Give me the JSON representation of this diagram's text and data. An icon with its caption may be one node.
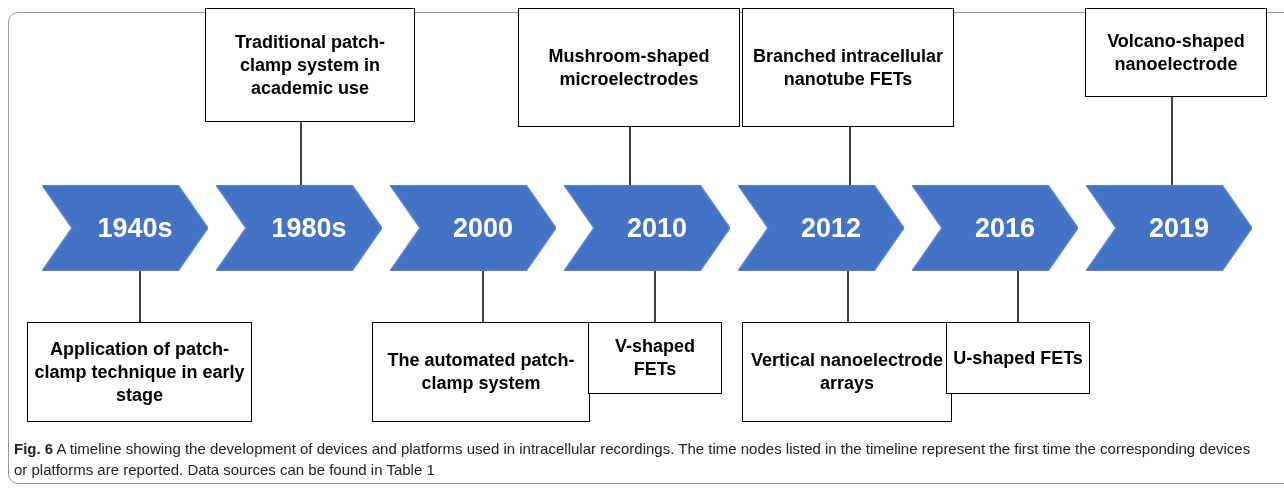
{
  "diagram": {
    "caption": "**Fig. 6** A timeline showing the development of devices and platforms used in intracellular recordings. The time nodes listed in the timeline represent the first time the corresponding devices or platforms are reported. Data sources can be found in Table 1",
    "nodes": [
      {
        "text": [
          "Traditional patch-clamp system in academic use"
        ]
      },
      {
        "text": [
          "Mushroom-shaped microelectrodes"
        ]
      },
      {
        "text": [
          "Branched intracellular nanotube FETs"
        ]
      },
      {
        "text": [
          "Volcano-shaped nanoelectrode"
        ]
      },
      {
        "text": [
          "1940s"
        ]
      },
      {
        "text": [
          "1980s"
        ]
      },
      {
        "text": [
          "2000"
        ]
      },
      {
        "text": [
          "2010"
        ]
      },
      {
        "text": [
          "2012"
        ]
      },
      {
        "text": [
          "2016"
        ]
      },
      {
        "text": [
          "2019"
        ]
      },
      {
        "text": [
          "Application of patch-clamp technique in early stage"
        ]
      },
      {
        "text": [
          "The automated patch-clamp system"
        ]
      },
      {
        "text": [
          "V-shaped FETs"
        ]
      },
      {
        "text": [
          "Vertical nanoelectrode arrays"
        ]
      },
      {
        "text": [
          "U-shaped FETs"
        ]
      }
    ],
    "edges": [
      {
        "from": 0,
        "to": 5,
        "arrow": "none"
      },
      {
        "from": 1,
        "to": 7,
        "arrow": "none"
      },
      {
        "from": 2,
        "to": 8,
        "arrow": "none"
      },
      {
        "from": 3,
        "to": 10,
        "arrow": "none"
      },
      {
        "from": 11,
        "to": 4,
        "arrow": "none"
      },
      {
        "from": 12,
        "to": 6,
        "arrow": "none"
      },
      {
        "from": 13,
        "to": 7,
        "arrow": "none"
      },
      {
        "from": 14,
        "to": 8,
        "arrow": "none"
      },
      {
        "from": 15,
        "to": 9,
        "arrow": "none"
      }
    ]
  }
}
